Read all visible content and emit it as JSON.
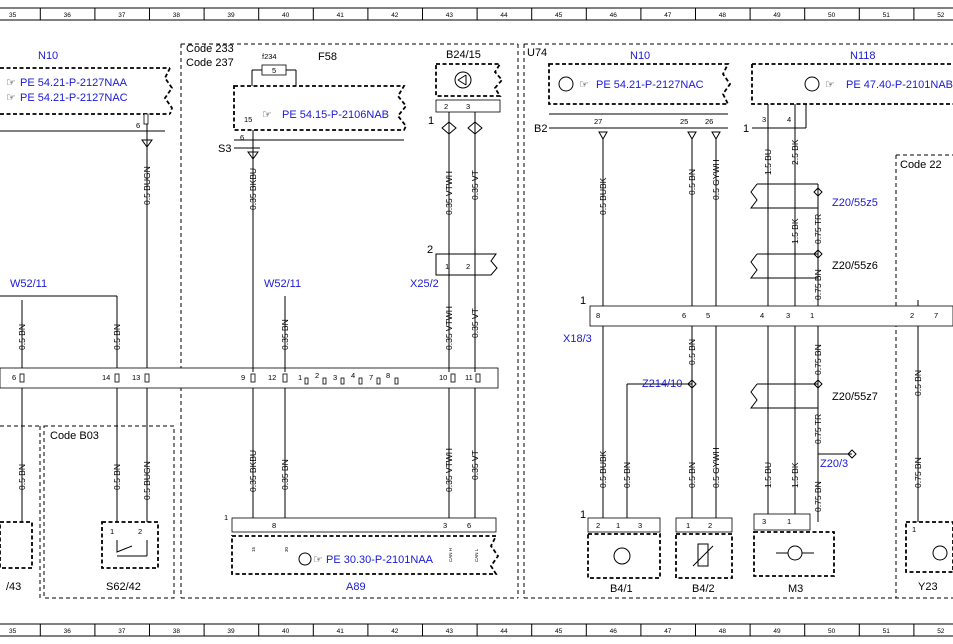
{
  "ruler_numbers": [
    "35",
    "36",
    "37",
    "38",
    "39",
    "40",
    "41",
    "42",
    "43",
    "44",
    "45",
    "46",
    "47",
    "48",
    "49",
    "50",
    "51",
    "52"
  ],
  "refs": {
    "pe_2127naa": "PE 54.21-P-2127NAA",
    "pe_2127nac": "PE 54.21-P-2127NAC",
    "pe_2106nab": "PE 54.15-P-2106NAB",
    "pe_2101nab": "PE 47.40-P-2101NAB",
    "pe_2101naa": "PE 30.30-P-2101NAA",
    "pe_2127nac_right": "PE 54.21-P-2127NAC"
  },
  "components": {
    "n10_left": "N10",
    "n10_mid": "N10",
    "n118": "N118",
    "w52_11_left": "W52/11",
    "w52_11_mid": "W52/11",
    "x25_2": "X25/2",
    "x18_3": "X18/3",
    "z214_10": "Z214/10",
    "z20_55z5": "Z20/55z5",
    "z20_55z6": "Z20/55z6",
    "z20_55z7": "Z20/55z7",
    "z20_3": "Z20/3",
    "a89": "A89",
    "b4_1": "B4/1",
    "b4_2": "B4/2",
    "m3": "M3",
    "y23": "Y23",
    "s62_42": "S62/42",
    "x43": "/43",
    "b24_15": "B24/15",
    "u74": "U74",
    "f58": "F58",
    "f234": "f234",
    "s3": "S3",
    "b2": "B2",
    "code233": "Code 233",
    "code237": "Code 237",
    "code_b03": "Code B03",
    "code22": "Code 22"
  },
  "wires": {
    "bugn_a": "0.5 BUGN",
    "bugn_b": "0.5 BUGN",
    "bn_a": "0.5 BN",
    "bn_b": "0.5 BN",
    "bn_c": "0.5 BN",
    "bn_d": "0.5 BN",
    "bn_e": "0.5 BN",
    "bkbu_a": "0.35 BKBU",
    "bkbu_b": "0.35 BKBU",
    "bn035_a": "0.35 BN",
    "bn035_b": "0.35 BN",
    "vtwh_a": "0.35 VTWH",
    "vtwh_b": "0.35 VTWH",
    "vtwh_c": "0.35 VTWH",
    "vt_a": "0.35 VT",
    "vt_b": "0.35 VT",
    "vt_c": "0.35 VT",
    "bubk_a": "0.5 BUBK",
    "bubk_b": "0.5 BUBK",
    "bn05_c": "0.5 BN",
    "bn05_d": "0.5 BN",
    "bn05_e": "0.5 BN",
    "gywh_a": "0.5 GYWH",
    "gywh_b": "0.5 GYWH",
    "bu15_a": "1.5 BU",
    "bu15_b": "1.5 BU",
    "bk15_a": "1.5 BK",
    "bk15_b": "1.5 BK",
    "bk25": "2.5 BK",
    "tr075_a": "0.75 TR",
    "tr075_b": "0.75 TR",
    "bn075_a": "0.75 BN",
    "bn075_b": "0.75 BN",
    "bn075_c": "0.75 BN",
    "bn075_d": "0.75 BN",
    "bn05_f": "0.5 BN"
  },
  "pins": {
    "p6_n10": "6",
    "p15_f58": "15",
    "p6_f58": "6",
    "p2_b24": "2",
    "p3_b24": "3",
    "p1_b24": "1",
    "p27": "27",
    "p25": "25",
    "p26": "26",
    "p3_n118": "3",
    "p4_n118": "4",
    "p1_n118": "1",
    "p2_x25": "2",
    "p1_x25in": "1",
    "p2_x25in": "2",
    "bus_6": "6",
    "bus_14": "14",
    "bus_13": "13",
    "bus_9": "9",
    "bus_12": "12",
    "bus_1": "1",
    "bus_2": "2",
    "bus_3": "3",
    "bus_4": "4",
    "bus_7": "7",
    "bus_8": "8",
    "bus_10": "10",
    "bus_11": "11",
    "x18_1": "1",
    "x18_8": "8",
    "x18_6": "6",
    "x18_5": "5",
    "x18_4": "4",
    "x18_3": "3",
    "x18_1b": "1",
    "x18_2": "2",
    "x18_7": "7",
    "a89_1": "1",
    "a89_15": "15",
    "a89_8": "8",
    "a89_3": "3",
    "a89_6": "6",
    "b41_1": "1",
    "b41_2": "2",
    "b41_1b": "1",
    "b41_3": "3",
    "b42_1": "1",
    "b42_2": "2",
    "m3_3": "3",
    "m3_1": "1",
    "y23_1": "1",
    "s62_1": "1",
    "s62_2": "2",
    "fuse_5": "5"
  },
  "small_text": {
    "can_h": "CAN H",
    "can_l": "CAN L",
    "kl30": "30"
  }
}
